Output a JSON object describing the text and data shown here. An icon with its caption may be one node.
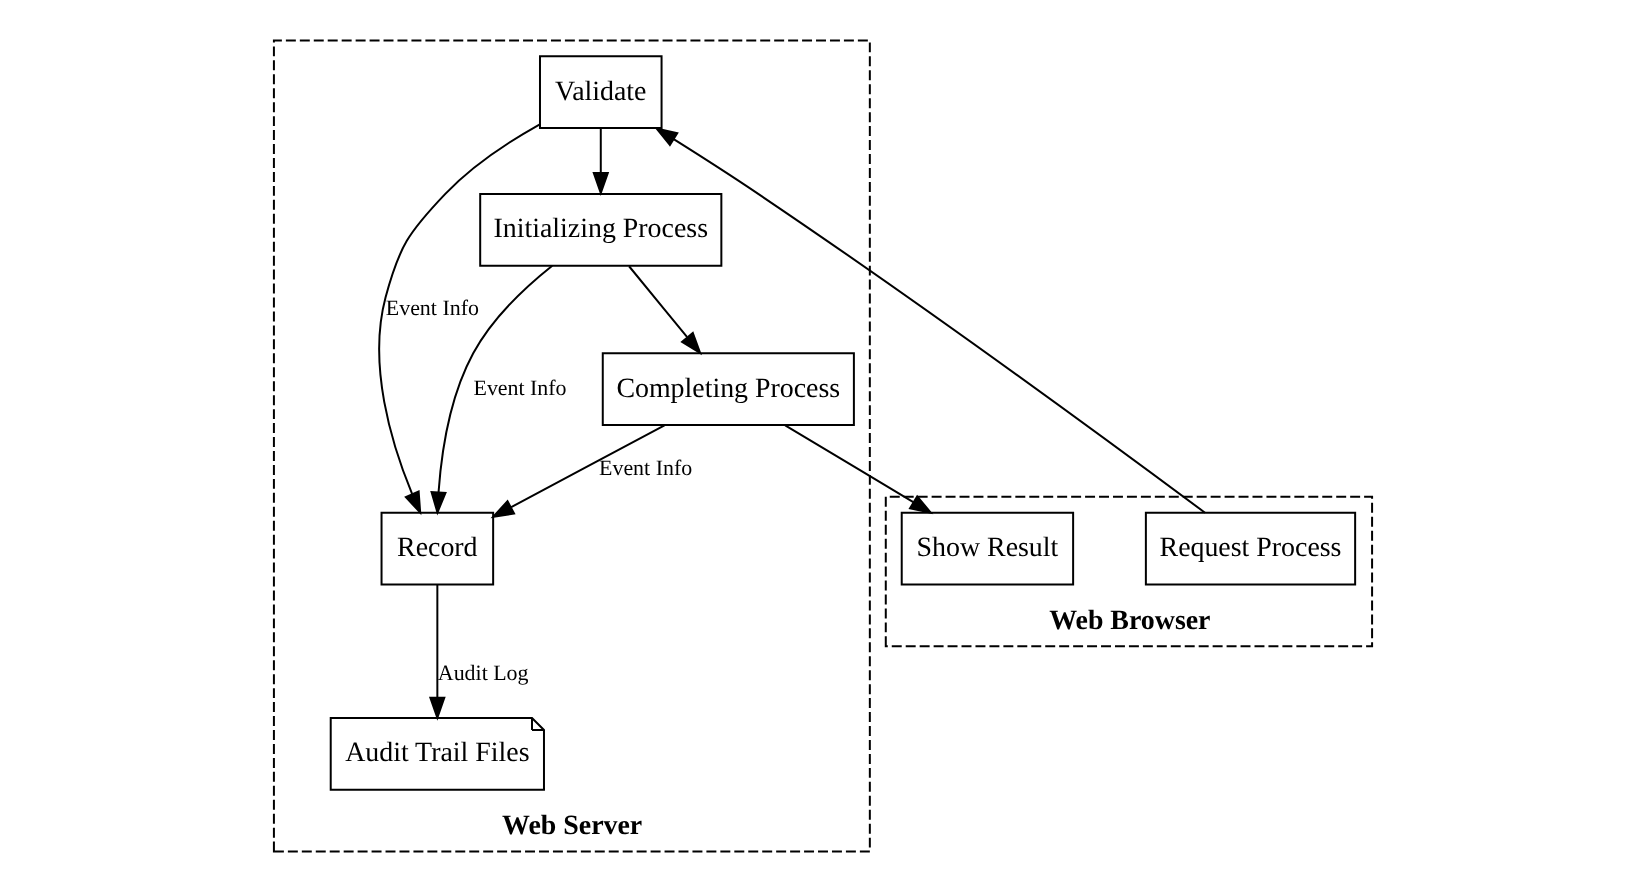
{
  "diagram": {
    "nodes": [
      {
        "text": [
          "Web Browser"
        ]
      },
      {
        "text": [
          "Request Process"
        ],
        "in": 0
      },
      {
        "text": [
          "Show Result"
        ],
        "in": 0
      },
      {
        "text": [
          "Web Server"
        ]
      },
      {
        "text": [
          "Record"
        ],
        "in": 3
      },
      {
        "text": [
          "Audit Trail Files"
        ],
        "in": 3
      },
      {
        "text": [
          "Validate"
        ],
        "in": 3
      },
      {
        "text": [
          "Initializing Process"
        ],
        "in": 3
      },
      {
        "text": [
          "Completing Process"
        ],
        "in": 3
      }
    ],
    "edges": [
      {
        "from": 1,
        "to": 6,
        "arrow": "to"
      },
      {
        "from": 8,
        "to": 2,
        "arrow": "to"
      },
      {
        "from": 6,
        "to": 4,
        "arrow": "to",
        "label": "Event Info"
      },
      {
        "from": 6,
        "to": 7,
        "arrow": "to"
      },
      {
        "from": 7,
        "to": 4,
        "arrow": "to",
        "label": "Event Info"
      },
      {
        "from": 7,
        "to": 8,
        "arrow": "to"
      },
      {
        "from": 8,
        "to": 4,
        "arrow": "to",
        "label": "Event Info"
      },
      {
        "from": 4,
        "to": 5,
        "arrow": "to",
        "label": "Audit Log"
      }
    ]
  }
}
